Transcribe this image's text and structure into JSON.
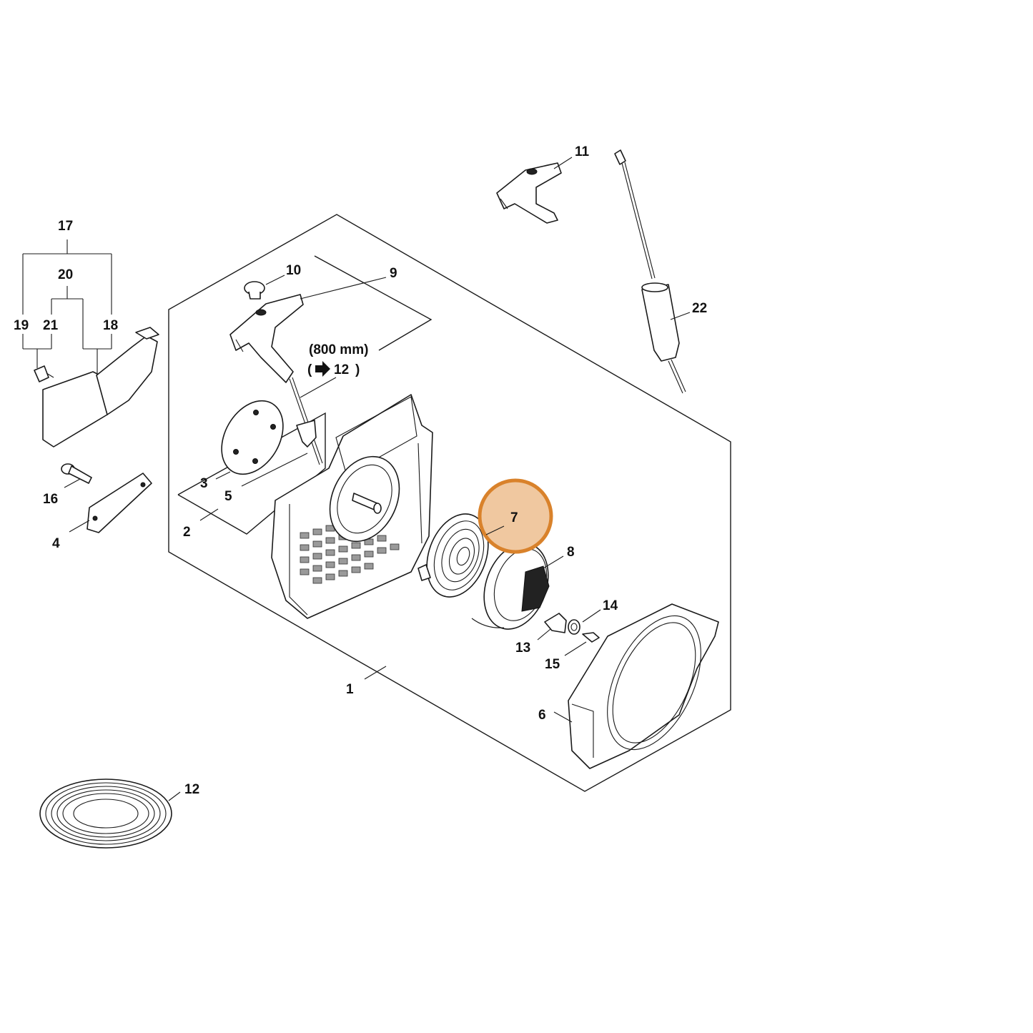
{
  "labels": {
    "p1": "1",
    "p2": "2",
    "p3": "3",
    "p4": "4",
    "p5": "5",
    "p6": "6",
    "p7": "7",
    "p8": "8",
    "p9": "9",
    "p10": "10",
    "p11": "11",
    "p12": "12",
    "p12_ref": "12",
    "p13": "13",
    "p14": "14",
    "p15": "15",
    "p16": "16",
    "p17": "17",
    "p18": "18",
    "p19": "19",
    "p20": "20",
    "p21": "21",
    "p22": "22"
  },
  "annotations": {
    "rope_length": "(800 mm)",
    "rope_ref_open": "(",
    "rope_ref_close": ")"
  },
  "highlight": {
    "part": "7",
    "fill_color": "#f0c8a0",
    "stroke_color": "#d9822b"
  }
}
